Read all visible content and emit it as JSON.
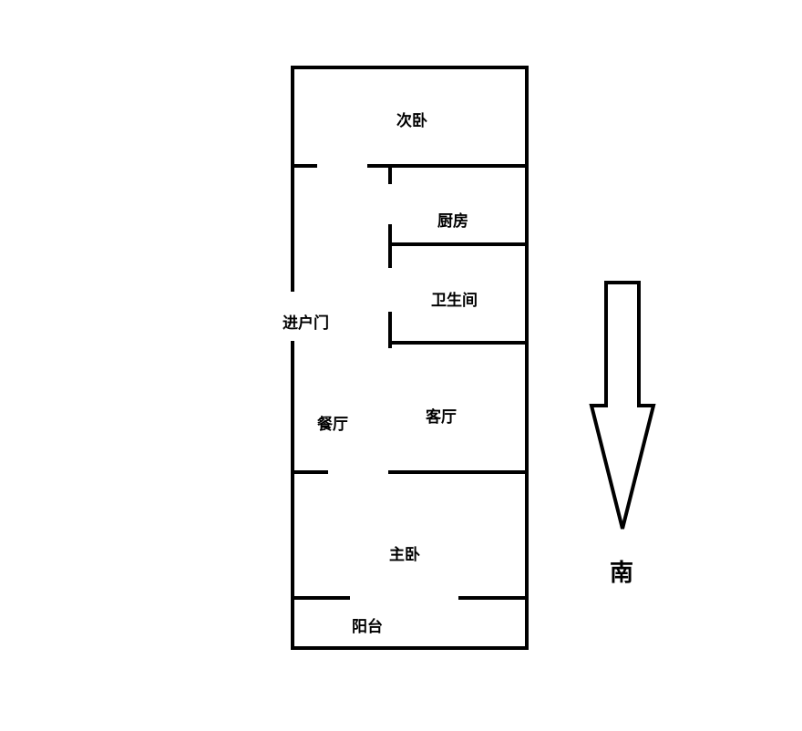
{
  "rooms": {
    "second_bedroom": "次卧",
    "kitchen": "厨房",
    "bathroom": "卫生间",
    "entrance_door": "进户门",
    "dining_room": "餐厅",
    "living_room": "客厅",
    "master_bedroom": "主卧",
    "balcony": "阳台"
  },
  "compass": {
    "direction": "南",
    "arrow_points": "south"
  },
  "colors": {
    "walls": "#000000",
    "background": "#ffffff"
  }
}
